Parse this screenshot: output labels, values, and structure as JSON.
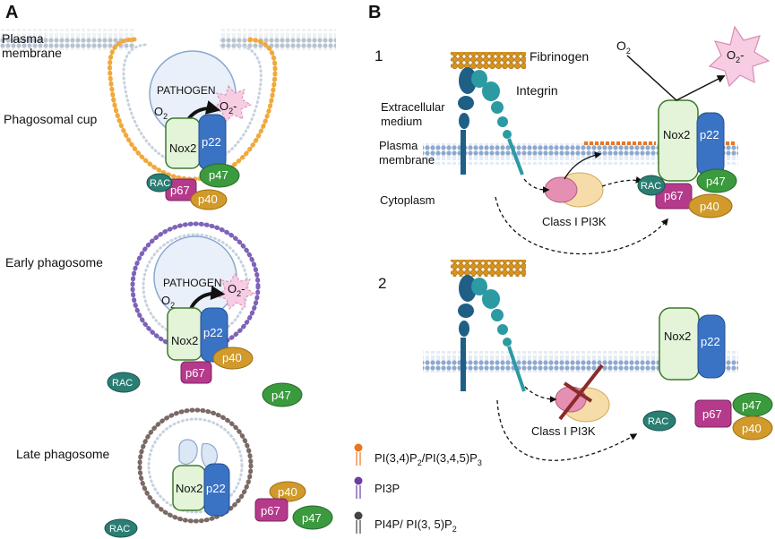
{
  "panel_a": {
    "letter": "A",
    "plasma_membrane_line1": "Plasma",
    "plasma_membrane_line2": "membrane",
    "stage1_label": "Phagosomal cup",
    "stage2_label": "Early phagosome",
    "stage3_label": "Late phagosome",
    "pathogen": "PATHOGEN"
  },
  "panel_b": {
    "letter": "B",
    "scenario1": "1",
    "scenario2": "2",
    "fibrinogen": "Fibrinogen",
    "integrin": "Integrin",
    "extracellular_line1": "Extracellular",
    "extracellular_line2": "medium",
    "plasma_membrane_line1": "Plasma",
    "plasma_membrane_line2": "membrane",
    "cytoplasm": "Cytoplasm",
    "pi3k": "Class I PI3K"
  },
  "proteins": {
    "nox2": "Nox2",
    "p22": "p22",
    "p47": "p47",
    "p67": "p67",
    "p40": "p40",
    "rac": "RAC"
  },
  "chem": {
    "o2": "O",
    "sub2": "2",
    "o2_base": "O",
    "o2_charge": "-"
  },
  "legend": [
    {
      "label_parts": [
        "PI(3,4)P",
        "2",
        "/PI(3,4,5)P",
        "3"
      ],
      "color": "#e87722"
    },
    {
      "label_parts": [
        "PI3P"
      ],
      "color": "#6b3fa0"
    },
    {
      "label_parts": [
        "PI4P/ PI(3, 5)P",
        "2"
      ],
      "color": "#444444"
    }
  ],
  "colors": {
    "nox2_fill": "#e3f4d9",
    "nox2_stroke": "#3d7a2a",
    "p22": "#3a72c4",
    "p47": "#3b9a3e",
    "p67": "#b53a8c",
    "p40": "#d19a2a",
    "rac": "#2a7e74",
    "membrane": "#8aa8d0",
    "fibrinogen": "#d7931b",
    "integrin_dark": "#1f5f86",
    "integrin_light": "#2b9aa3",
    "superoxide": "#f6cde3"
  }
}
